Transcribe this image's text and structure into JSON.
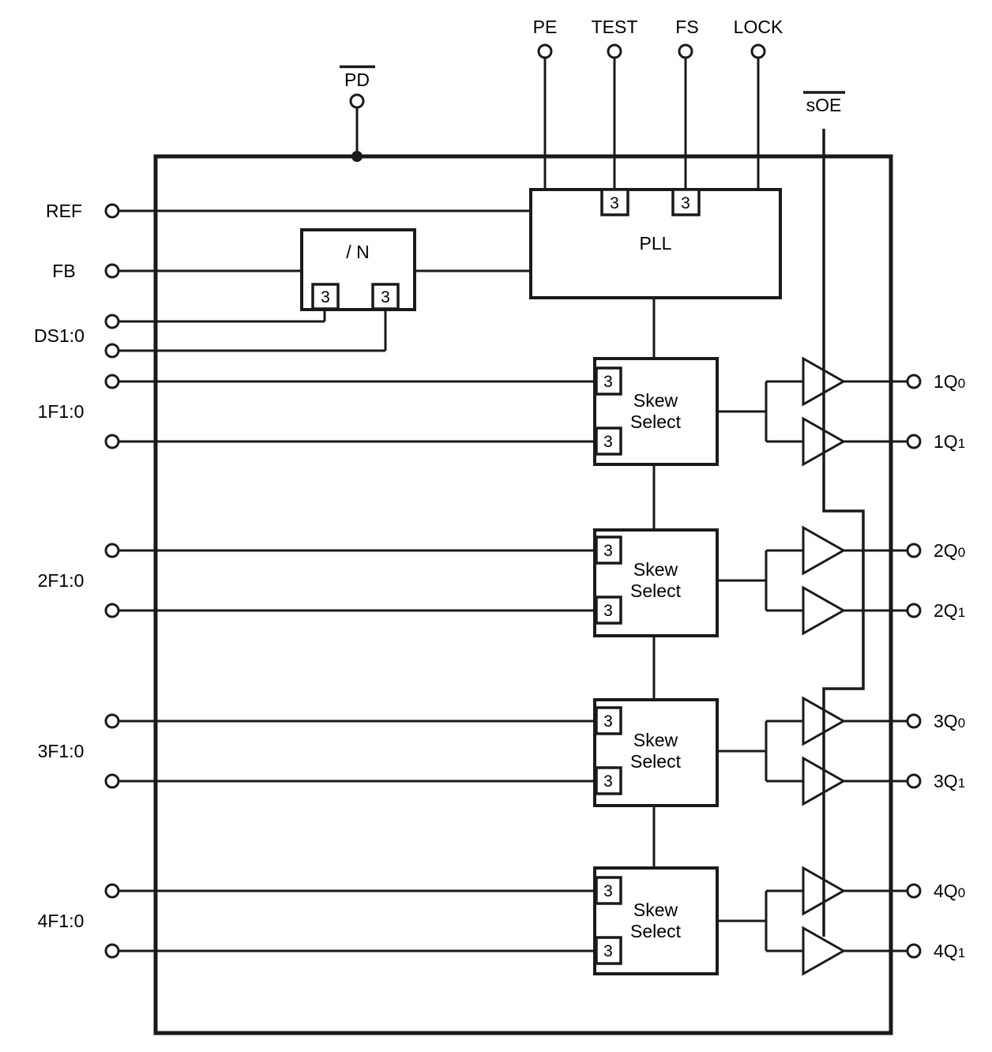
{
  "colors": {
    "line": "#1a1a1a",
    "text": "#000000",
    "background": "#ffffff"
  },
  "pins": {
    "pd": {
      "label": "PD",
      "overline": true
    },
    "pe": {
      "label": "PE"
    },
    "test": {
      "label": "TEST"
    },
    "fs": {
      "label": "FS"
    },
    "lock": {
      "label": "LOCK"
    },
    "soe": {
      "label": "sOE",
      "overline": true
    },
    "ref": {
      "label": "REF"
    },
    "fb": {
      "label": "FB"
    },
    "ds": {
      "label": "DS1:0"
    },
    "f1": {
      "label": "1F1:0"
    },
    "f2": {
      "label": "2F1:0"
    },
    "f3": {
      "label": "3F1:0"
    },
    "f4": {
      "label": "4F1:0"
    }
  },
  "blocks": {
    "divider": {
      "label": "/ N"
    },
    "pll": {
      "label": "PLL"
    },
    "bus_width": "3",
    "skew_selects": [
      {
        "line1": "Skew",
        "line2": "Select"
      },
      {
        "line1": "Skew",
        "line2": "Select"
      },
      {
        "line1": "Skew",
        "line2": "Select"
      },
      {
        "line1": "Skew",
        "line2": "Select"
      }
    ]
  },
  "outputs": [
    {
      "main": "1Q",
      "sub": "0"
    },
    {
      "main": "1Q",
      "sub": "1"
    },
    {
      "main": "2Q",
      "sub": "0"
    },
    {
      "main": "2Q",
      "sub": "1"
    },
    {
      "main": "3Q",
      "sub": "0"
    },
    {
      "main": "3Q",
      "sub": "1"
    },
    {
      "main": "4Q",
      "sub": "0"
    },
    {
      "main": "4Q",
      "sub": "1"
    }
  ]
}
